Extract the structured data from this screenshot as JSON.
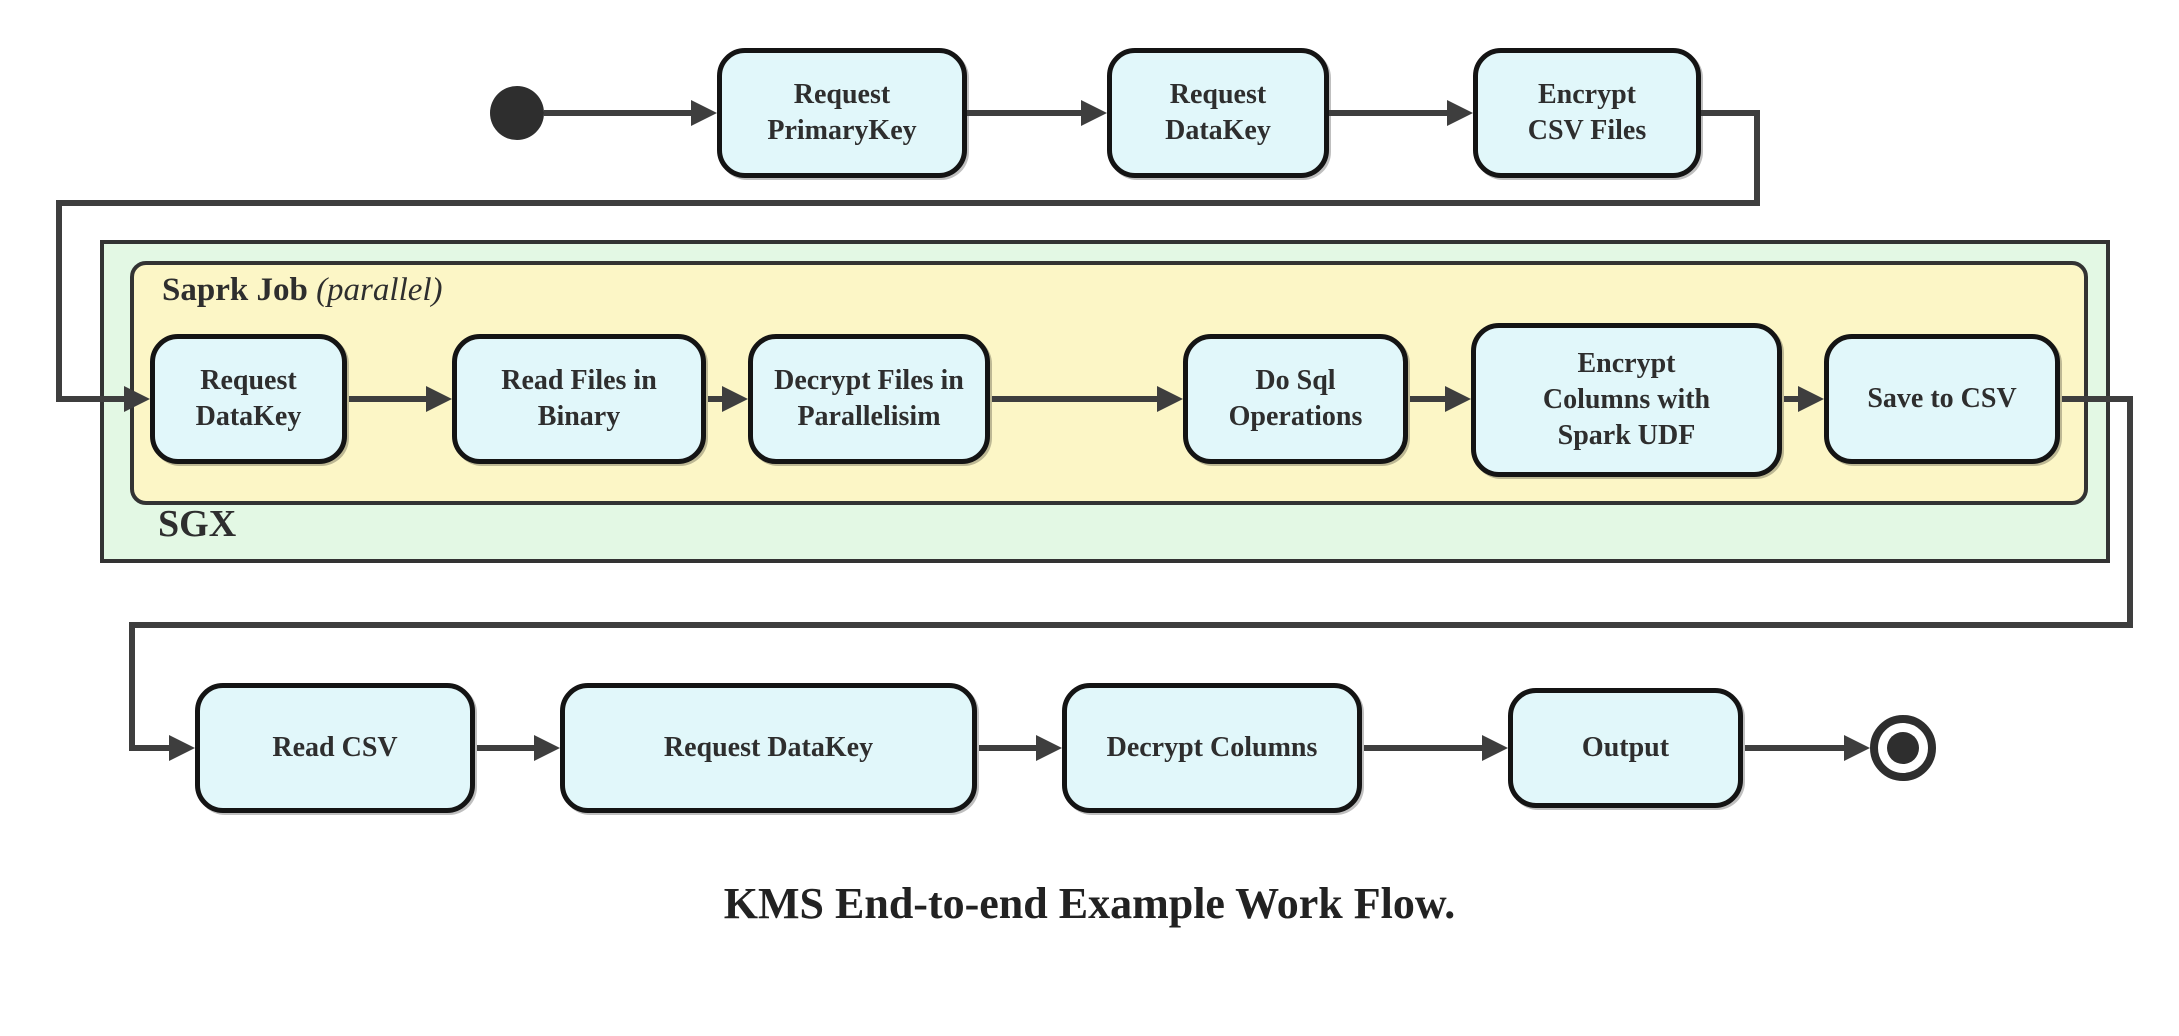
{
  "colors": {
    "canvas-bg": "#ffffff",
    "activity-fill": "#e1f7fa",
    "node-border": "#141414",
    "spark-fill": "#fcf6c6",
    "sgx-fill": "#e3f8e4",
    "container-border": "#333333",
    "line": "#3e3e3e",
    "text": "#2e2e2e"
  },
  "caption": "KMS End-to-end Example Work Flow.",
  "containers": {
    "sgx": {
      "label": "SGX"
    },
    "spark_job": {
      "label": "Saprk Job",
      "qualifier": "(parallel)"
    }
  },
  "nodes": {
    "request_primarykey": {
      "label": "Request\nPrimaryKey"
    },
    "request_datakey_top": {
      "label": "Request\nDataKey"
    },
    "encrypt_csv_files": {
      "label": "Encrypt\nCSV Files"
    },
    "request_datakey_spark": {
      "label": "Request\nDataKey"
    },
    "read_files_in_binary": {
      "label": "Read Files in\nBinary"
    },
    "decrypt_files_in_parallelisim": {
      "label": "Decrypt Files in\nParallelisim"
    },
    "do_sql_operations": {
      "label": "Do Sql\nOperations"
    },
    "encrypt_columns_with_spark_udf": {
      "label": "Encrypt\nColumns with\nSpark UDF"
    },
    "save_to_csv": {
      "label": "Save to CSV"
    },
    "read_csv": {
      "label": "Read CSV"
    },
    "request_datakey_bottom": {
      "label": "Request DataKey"
    },
    "decrypt_columns": {
      "label": "Decrypt Columns"
    },
    "output": {
      "label": "Output"
    }
  }
}
